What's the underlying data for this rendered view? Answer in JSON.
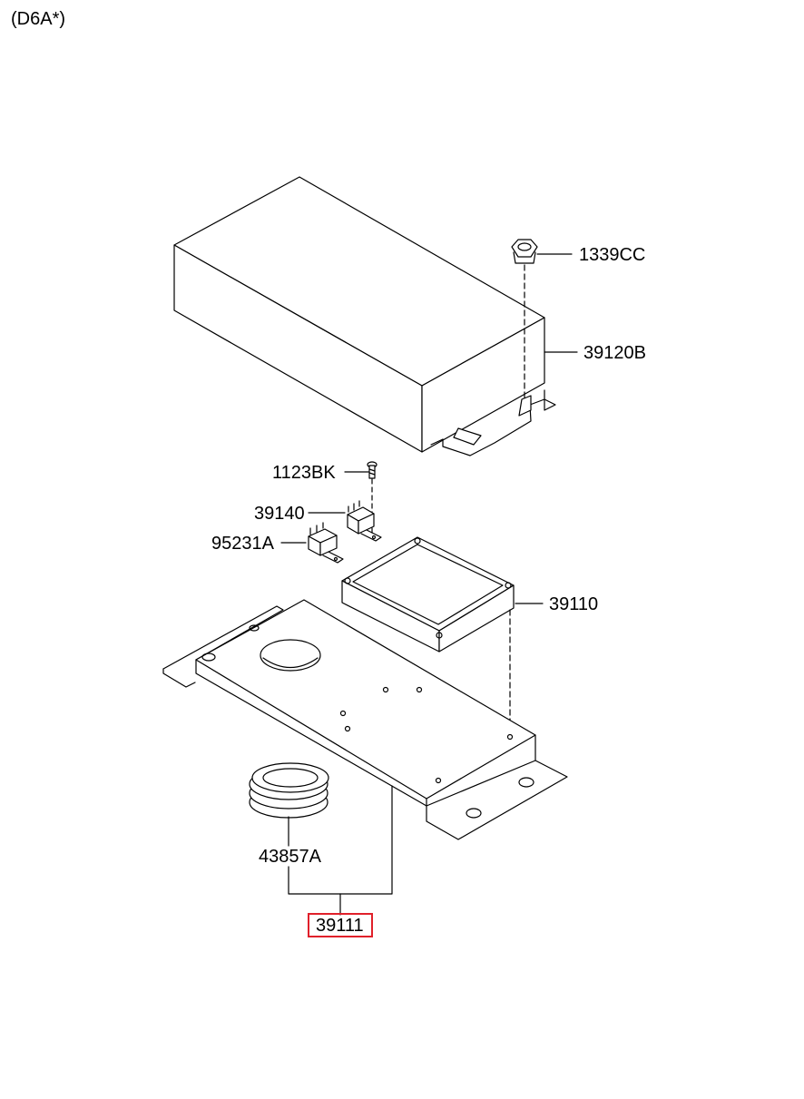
{
  "header": {
    "engine_code": "(D6A*)"
  },
  "highlight_color": "#e0202a",
  "parts": {
    "nut": "1339CC",
    "cover": "39120B",
    "bolt": "1123BK",
    "relay_a": "39140",
    "relay_b": "95231A",
    "ecu": "39110",
    "grommet": "43857A",
    "bracket_assembly": "39111"
  }
}
